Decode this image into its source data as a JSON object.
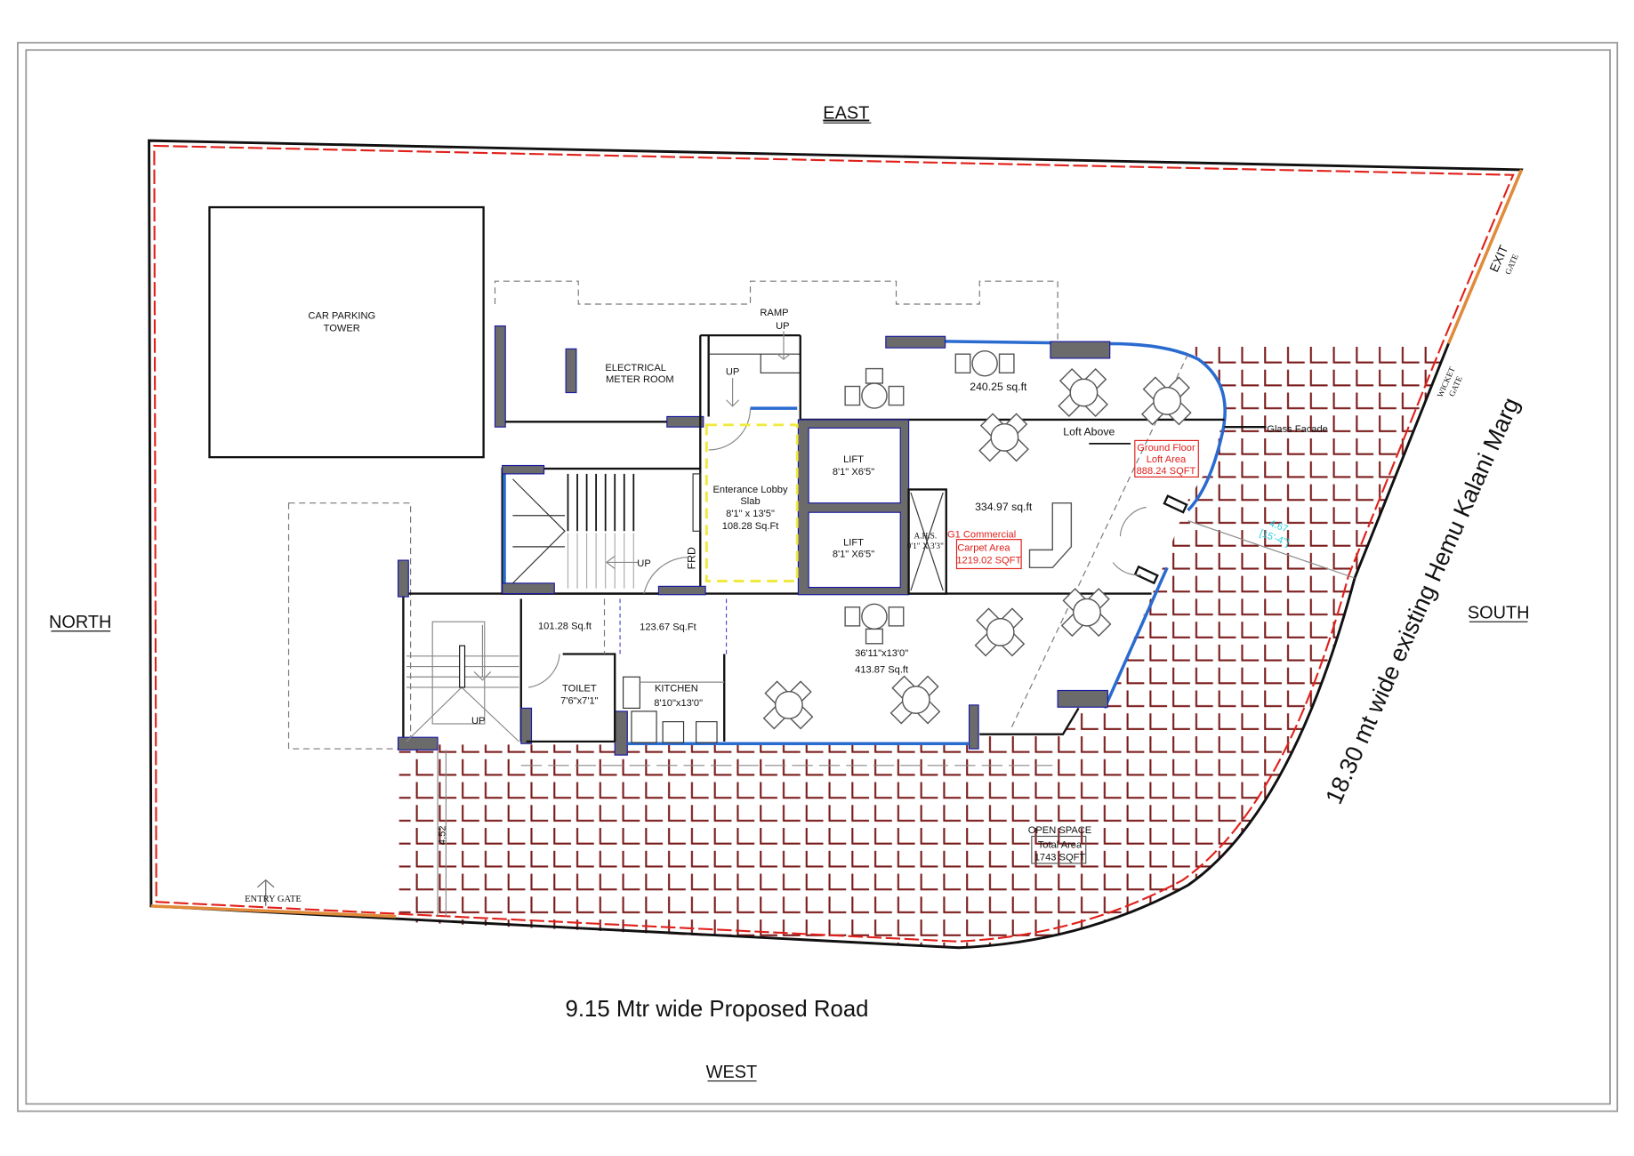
{
  "compass": {
    "east": "EAST",
    "north": "NORTH",
    "south": "SOUTH",
    "west": "WEST"
  },
  "roads": {
    "bottom": "9.15 Mtr wide Proposed Road",
    "right": "18.30 mt wide existing Hemu Kalani Marg"
  },
  "gates": {
    "entry": "ENTRY GATE",
    "exit": "EXIT",
    "exit_sub": "GATE",
    "wicket": "WICKET",
    "wicket_sub": "GATE"
  },
  "rooms": {
    "car_parking": [
      "CAR PARKING",
      "TOWER"
    ],
    "ramp": [
      "RAMP",
      "UP"
    ],
    "up_labels": [
      "UP",
      "UP",
      "UP"
    ],
    "electrical": [
      "ELECTRICAL",
      "METER ROOM"
    ],
    "front_area": "240.25 sq.ft",
    "loft_above": "Loft Above",
    "glass_facade": "Glass Facade",
    "loft_area": [
      "Ground Floor",
      "Loft Area",
      "888.24 SQFT"
    ],
    "lift1": [
      "LIFT",
      "8'1\" X6'5\""
    ],
    "lift2": [
      "LIFT",
      "8'1\" X6'5\""
    ],
    "lobby": [
      "Enterance Lobby",
      "Slab",
      "8'1\" x 13'5\"",
      "108.28 Sq.Ft"
    ],
    "ahs": [
      "A.H.S.",
      "9'1\" X 3'3\""
    ],
    "mid_area": "334.97  sq.ft",
    "g1_commercial": "G1 Commercial",
    "carpet_area": [
      "Carpet Area",
      "1219.02 SQFT"
    ],
    "dimension_cyan": [
      "4.67",
      "[15'-4\"]"
    ],
    "frd": "FRD",
    "area_101": "101.28 Sq.ft",
    "area_123": "123.67 Sq.Ft",
    "toilet": [
      "TOILET",
      "7'6\"x7'1\""
    ],
    "kitchen": [
      "KITCHEN",
      "8'10\"x13'0\""
    ],
    "hall": [
      "36'11\"x13'0\"",
      "413.87 Sq.ft"
    ],
    "open_space": [
      "OPEN SPACE",
      "Total Area",
      "1743 SQFT"
    ],
    "dim_452": "4.52"
  },
  "colors": {
    "boundary": "#e0201a",
    "hatch": "#7a1a1a",
    "glass": "#2a6bd0",
    "wall": "#6b6b6b",
    "lobby": "#f5f060",
    "label_red": "#e0201a",
    "dimension": "#2ad0e0"
  }
}
